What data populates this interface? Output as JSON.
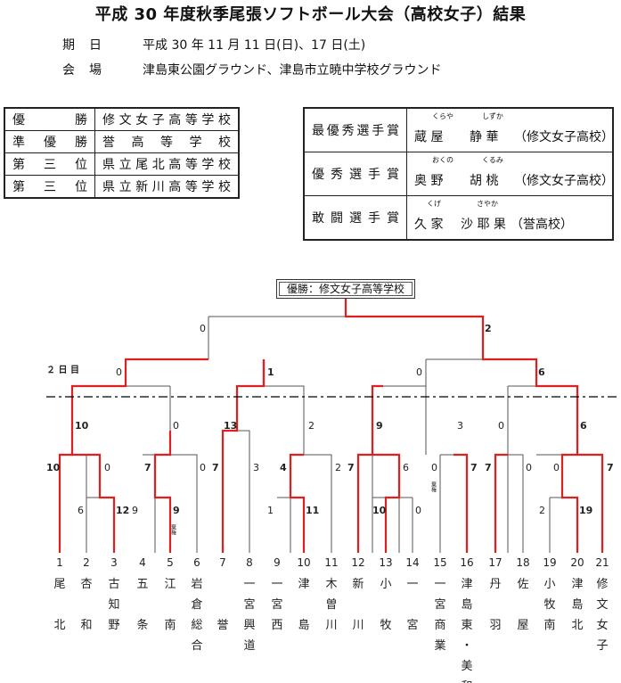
{
  "title": "平成 30 年度秋季尾張ソフトボール大会（高校女子）結果",
  "period_label": "期日",
  "period_value": "平成 30 年 11 月 11 日(日)、17 日(土)",
  "venue_label": "会場",
  "venue_value": "津島東公園グラウンド、津島市立暁中学校グラウンド",
  "results": [
    {
      "rank": "優勝",
      "school": "修文女子高等学校"
    },
    {
      "rank": "準優勝",
      "school": "誉高等学校"
    },
    {
      "rank": "第三位",
      "school": "県立尾北高等学校"
    },
    {
      "rank": "第三位",
      "school": "県立新川高等学校"
    }
  ],
  "awards": [
    {
      "name": "最優秀選手賞",
      "ruby_family": "くらや",
      "ruby_given": "しずか",
      "family": "蔵 屋",
      "given": "静 華",
      "school": "（修文女子高校）"
    },
    {
      "name": "優秀選手賞",
      "ruby_family": "おくの",
      "ruby_given": "くるみ",
      "family": "奥 野",
      "given": "胡 桃",
      "school": "（修文女子高校）"
    },
    {
      "name": "敢闘選手賞",
      "ruby_family": "くげ",
      "ruby_given": "さやか",
      "family": "久 家",
      "given": "沙 耶 果",
      "school": "（誉高校）"
    }
  ],
  "champion_box": "優勝：修文女子高等学校",
  "day2_label": "２ 日 目",
  "kiken": "棄権",
  "scores": {
    "final_left": "0",
    "final_right": "2",
    "semi1_left": "0",
    "semi1_right": "1",
    "semi2_left": "0",
    "semi2_right": "6",
    "qf_a_left": "10",
    "qf_a_right": "0",
    "qf_b_left": "13",
    "qf_b_right": "2",
    "qf_c_left": "9",
    "qf_c_right": "3",
    "qf_d_left": "0",
    "qf_d_right": "6",
    "m_1_left": "10",
    "m_1_right": "0",
    "m_2_3_left": "6",
    "m_2_3_right": "12",
    "m_4_5_left": "9",
    "m_4_5_right": "9",
    "m_5_6_left": "7",
    "m_5_6_right": "0",
    "m_7_8_left": "7",
    "m_7_8_right": "3",
    "m_9_11_left": "4",
    "m_9_11_right": "2",
    "m_9_10_left": "1",
    "m_9_10_right": "11",
    "m_12_13_left": "7",
    "m_12_13_right": "6",
    "m_13_14_left": "10",
    "m_13_14_right": "0",
    "m_15_16_left": "0",
    "m_15_16_right": "7",
    "m_17_18_left": "7",
    "m_17_18_right": "0",
    "m_19_21_left": "0",
    "m_19_21_right": "7",
    "m_19_20_left": "2",
    "m_19_20_right": "19"
  },
  "teams": [
    {
      "num": "1",
      "name": "尾北"
    },
    {
      "num": "2",
      "name": "杏和"
    },
    {
      "num": "3",
      "name": "古知野"
    },
    {
      "num": "4",
      "name": "五条"
    },
    {
      "num": "5",
      "name": "江南"
    },
    {
      "num": "6",
      "name": "岩倉総合"
    },
    {
      "num": "7",
      "name": "誉"
    },
    {
      "num": "8",
      "name": "一宮興道"
    },
    {
      "num": "9",
      "name": "一宮西"
    },
    {
      "num": "10",
      "name": "津島"
    },
    {
      "num": "11",
      "name": "木曽川"
    },
    {
      "num": "12",
      "name": "新川"
    },
    {
      "num": "13",
      "name": "小牧"
    },
    {
      "num": "14",
      "name": "一宮"
    },
    {
      "num": "15",
      "name": "一宮商業"
    },
    {
      "num": "16",
      "name": "津島東・美和"
    },
    {
      "num": "17",
      "name": "丹羽"
    },
    {
      "num": "18",
      "name": "佐屋"
    },
    {
      "num": "19",
      "name": "小牧南"
    },
    {
      "num": "20",
      "name": "津島北"
    },
    {
      "num": "21",
      "name": "修文女子"
    }
  ]
}
